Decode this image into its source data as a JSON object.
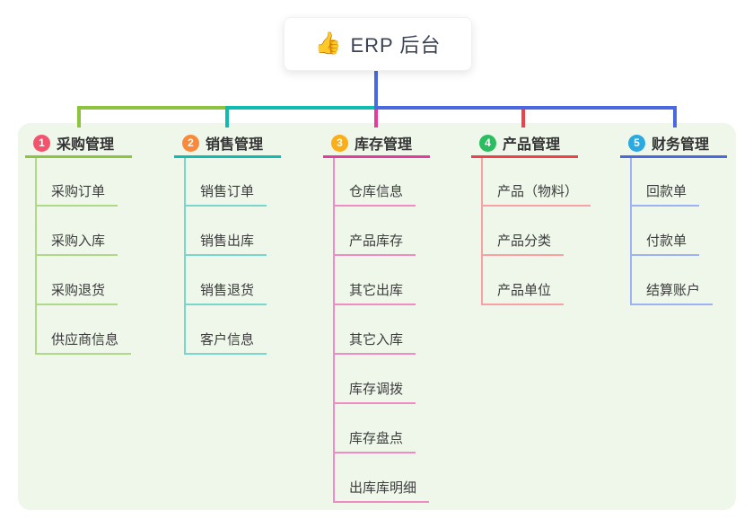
{
  "root": {
    "label": "ERP 后台",
    "icon": {
      "name": "thumbs-up-icon",
      "glyph": "👍"
    }
  },
  "colors": {
    "panel_background": "#EEF7EA",
    "trunk_blue": "#4A68DF",
    "root_text": "#3B4256"
  },
  "branches": [
    {
      "badge": "1",
      "badge_color": "#F4536E",
      "line_color": "#8CC43F",
      "child_line_color": "#AFD988",
      "label": "采购管理",
      "items": [
        "采购订单",
        "采购入库",
        "采购退货",
        "供应商信息"
      ]
    },
    {
      "badge": "2",
      "badge_color": "#FA8A3B",
      "line_color": "#0FBCAF",
      "child_line_color": "#79D6CB",
      "label": "销售管理",
      "items": [
        "销售订单",
        "销售出库",
        "销售退货",
        "客户信息"
      ]
    },
    {
      "badge": "3",
      "badge_color": "#FBAE17",
      "line_color": "#E23C9F",
      "child_line_color": "#F08CC4",
      "label": "库存管理",
      "items": [
        "仓库信息",
        "产品库存",
        "其它出库",
        "其它入库",
        "库存调拨",
        "库存盘点",
        "出库库明细"
      ]
    },
    {
      "badge": "4",
      "badge_color": "#2BBE60",
      "line_color": "#F0414B",
      "child_line_color": "#F9A0A4",
      "label": "产品管理",
      "items": [
        "产品（物料）",
        "产品分类",
        "产品单位"
      ]
    },
    {
      "badge": "5",
      "badge_color": "#2BAAE2",
      "line_color": "#4A68DF",
      "child_line_color": "#9EB1F0",
      "label": "财务管理",
      "items": [
        "回款单",
        "付款单",
        "结算账户"
      ]
    }
  ]
}
